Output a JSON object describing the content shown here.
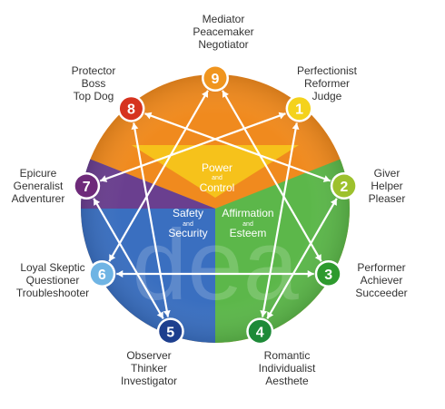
{
  "colors": {
    "orange": "#F08A1E",
    "yellow": "#F6C21B",
    "green": "#5CB74A",
    "blue": "#3A6FC0",
    "purple": "#6A3F8F",
    "arrow": "#ffffff"
  },
  "center": {
    "power": [
      "Power",
      "and",
      "Control"
    ],
    "safety": [
      "Safety",
      "and",
      "Security"
    ],
    "affirmation": [
      "Affirmation",
      "and",
      "Esteem"
    ]
  },
  "watermark": "dea",
  "nodes": [
    {
      "num": "1",
      "color": "#F4D21C",
      "labels": [
        "Perfectionist",
        "Reformer",
        "Judge"
      ]
    },
    {
      "num": "2",
      "color": "#9DC12D",
      "labels": [
        "Giver",
        "Helper",
        "Pleaser"
      ]
    },
    {
      "num": "3",
      "color": "#2E9A2E",
      "labels": [
        "Performer",
        "Achiever",
        "Succeeder"
      ]
    },
    {
      "num": "4",
      "color": "#1E8A38",
      "labels": [
        "Romantic",
        "Individualist",
        "Aesthete"
      ]
    },
    {
      "num": "5",
      "color": "#1D3F8E",
      "labels": [
        "Observer",
        "Thinker",
        "Investigator"
      ]
    },
    {
      "num": "6",
      "color": "#6FB4E4",
      "labels": [
        "Loyal Skeptic",
        "Questioner",
        "Troubleshooter"
      ]
    },
    {
      "num": "7",
      "color": "#6E2A7A",
      "labels": [
        "Epicure",
        "Generalist",
        "Adventurer"
      ]
    },
    {
      "num": "8",
      "color": "#D6331F",
      "labels": [
        "Protector",
        "Boss",
        "Top Dog"
      ]
    },
    {
      "num": "9",
      "color": "#F0951E",
      "labels": [
        "Mediator",
        "Peacemaker",
        "Negotiator"
      ]
    }
  ],
  "connections": [
    [
      "1",
      "4"
    ],
    [
      "4",
      "2"
    ],
    [
      "2",
      "8"
    ],
    [
      "8",
      "5"
    ],
    [
      "5",
      "7"
    ],
    [
      "7",
      "1"
    ],
    [
      "9",
      "3"
    ],
    [
      "3",
      "6"
    ],
    [
      "6",
      "9"
    ]
  ]
}
